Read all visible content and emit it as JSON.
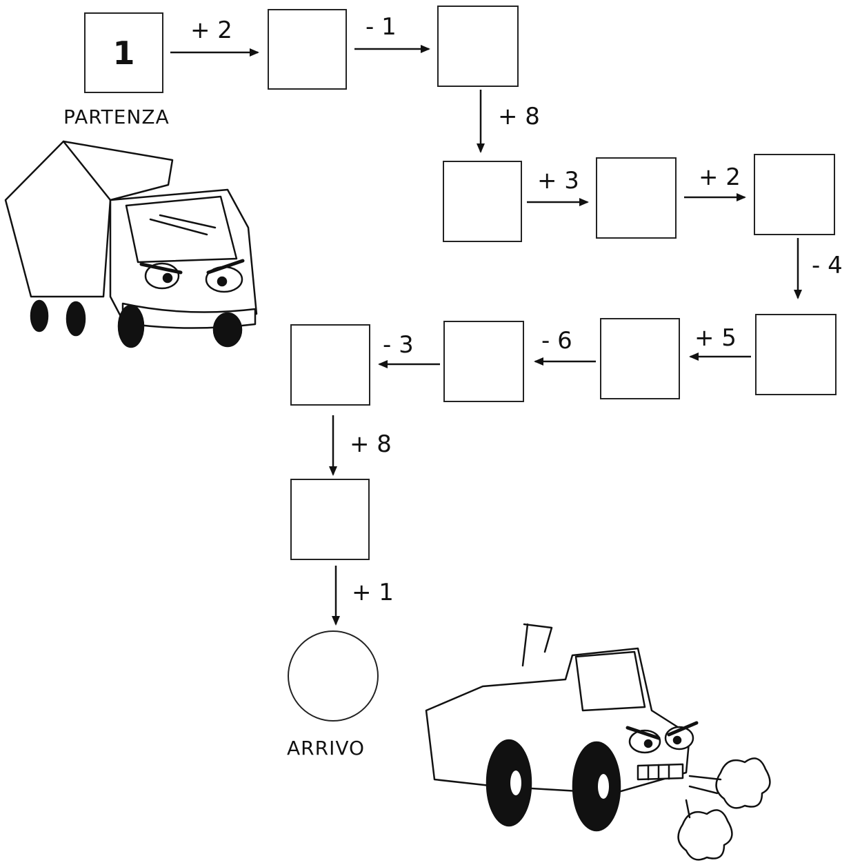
{
  "worksheet": {
    "start_label": "PARTENZA",
    "finish_label": "ARRIVO",
    "start_value": "1",
    "steps": [
      {
        "op": "+ 2"
      },
      {
        "op": "- 1"
      },
      {
        "op": "+ 8"
      },
      {
        "op": "+ 3"
      },
      {
        "op": "+ 2"
      },
      {
        "op": "- 4"
      },
      {
        "op": "+ 5"
      },
      {
        "op": "- 6"
      },
      {
        "op": "- 3"
      },
      {
        "op": "+ 8"
      },
      {
        "op": "+ 1"
      }
    ],
    "cells": [
      "",
      "",
      "",
      "",
      "",
      "",
      "",
      "",
      "",
      "",
      ""
    ]
  },
  "illustrations": [
    {
      "name": "truck-illustration"
    },
    {
      "name": "jeep-illustration"
    }
  ]
}
